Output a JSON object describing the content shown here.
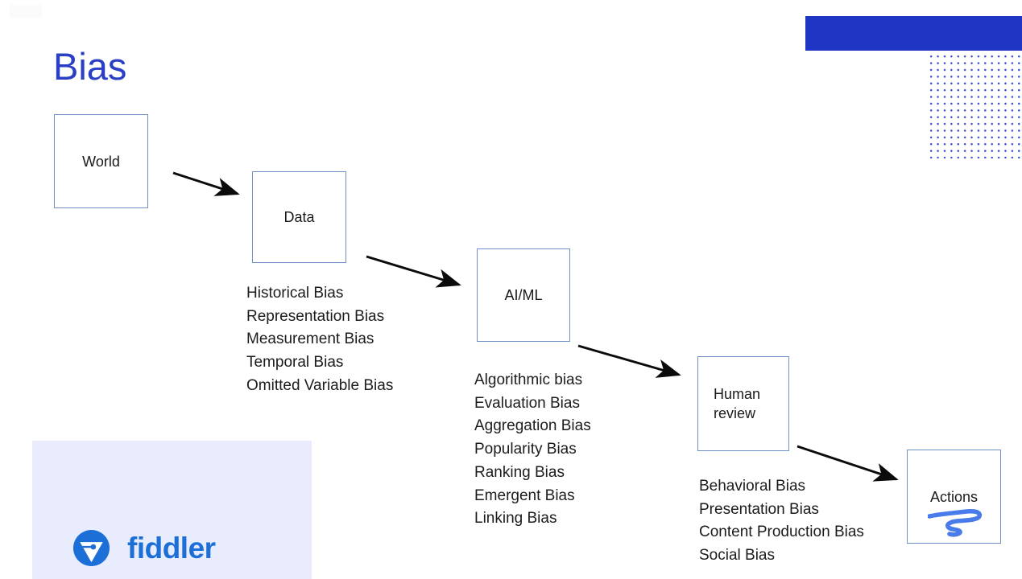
{
  "slide": {
    "title": "Bias",
    "title_color": "#2a3fc6",
    "background_color": "#ffffff",
    "accent_color": "#1f35c4",
    "box_border_color": "#7290c8"
  },
  "decorations": {
    "corner_artifact_text": "",
    "blue_bar": "blue-bar-decoration",
    "dot_grid": "dot-grid-decoration",
    "dot_grid_color": "#3b4fd0"
  },
  "flow": {
    "nodes": [
      {
        "id": "world",
        "label": "World"
      },
      {
        "id": "data",
        "label": "Data"
      },
      {
        "id": "aiml",
        "label": "AI/ML"
      },
      {
        "id": "human",
        "label": "Human\nreview"
      },
      {
        "id": "actions",
        "label": "Actions"
      }
    ],
    "arrows": [
      {
        "from": "world",
        "to": "data"
      },
      {
        "from": "data",
        "to": "aiml"
      },
      {
        "from": "aiml",
        "to": "human"
      },
      {
        "from": "human",
        "to": "actions"
      }
    ]
  },
  "bias_lists": {
    "data_stage": [
      "Historical Bias",
      "Representation Bias",
      "Measurement Bias",
      "Temporal Bias",
      "Omitted Variable Bias"
    ],
    "aiml_stage": [
      "Algorithmic bias",
      "Evaluation Bias",
      "Aggregation Bias",
      "Popularity Bias",
      "Ranking Bias",
      "Emergent Bias",
      "Linking Bias"
    ],
    "human_stage": [
      "Behavioral Bias",
      "Presentation Bias",
      "Content Production Bias",
      "Social Bias"
    ]
  },
  "logo": {
    "wordmark": "fiddler",
    "icon": "fiddler-funnel-icon",
    "icon_color": "#1d6fd8",
    "panel_color": "#e8ecfd"
  },
  "annotation": {
    "pen_mark": "blue-pen-scribble",
    "pen_color": "#4a7bea"
  }
}
